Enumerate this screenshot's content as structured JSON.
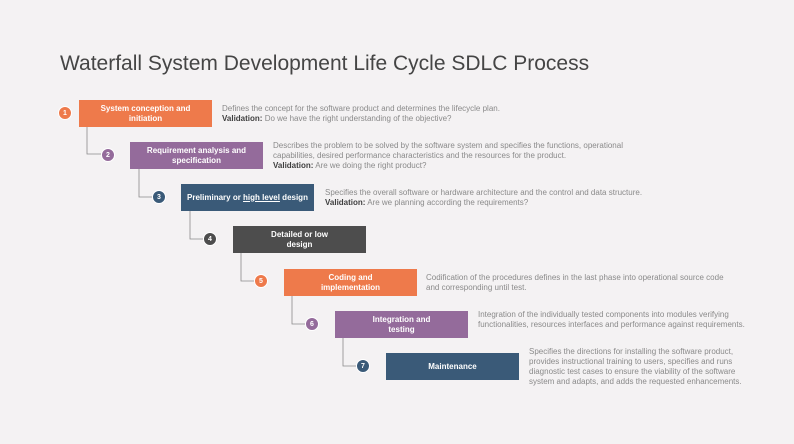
{
  "title": "Waterfall System Development Life Cycle SDLC Process",
  "colors": {
    "orange": "#ee7a4b",
    "purple": "#946b9b",
    "navy": "#3a5a78",
    "dark": "#4d4d4d",
    "line": "#8a8a8a",
    "background": "#f4f2f3"
  },
  "validation_label": "Validation:",
  "steps": [
    {
      "number": "1",
      "label": "System conception and initiation",
      "desc": "Defines the concept for the software product and determines the lifecycle plan.",
      "validation": "Do we have the right understanding of the objective?"
    },
    {
      "number": "2",
      "label": "Requirement analysis and specification",
      "desc": "Describes the problem to be solved by the software system and specifies the functions, operational capabilities, desired performance characteristics and the resources for the product.",
      "validation": "Are we doing the right product?"
    },
    {
      "number": "3",
      "label_pre": "Preliminary or ",
      "label_underlined": "high level",
      "label_post": " design",
      "desc": "Specifies the overall software or hardware architecture and the control and data structure.",
      "validation": "Are we planning according the requirements?"
    },
    {
      "number": "4",
      "label": "Detailed or low design"
    },
    {
      "number": "5",
      "label": "Coding and implementation",
      "desc": "Codification of the procedures defines in the last phase into operational source code and corresponding until test."
    },
    {
      "number": "6",
      "label": "Integration and testing",
      "desc": "Integration of the individually tested components into modules verifying functionalities, resources interfaces and performance against requirements."
    },
    {
      "number": "7",
      "label": "Maintenance",
      "desc": "Specifies the directions for installing the software product, provides instructional training to users, specifies and runs diagnostic test cases to ensure the viability of the software system and adapts, and adds the requested enhancements."
    }
  ]
}
